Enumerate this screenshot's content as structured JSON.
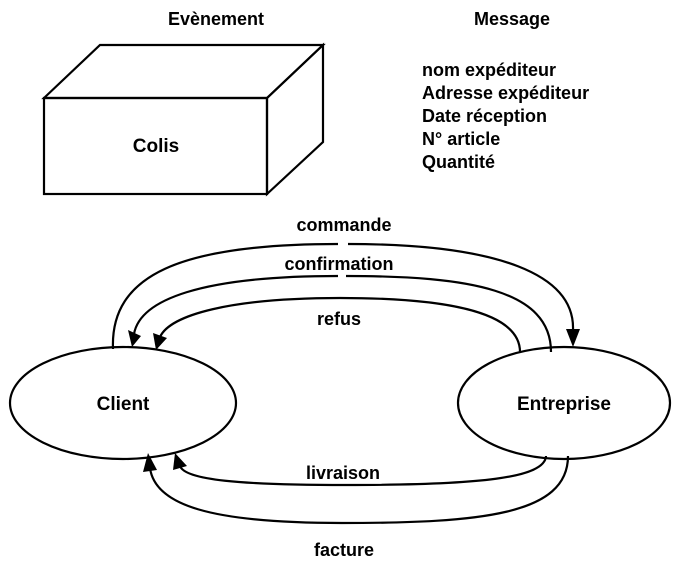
{
  "headers": {
    "event": "Evènement",
    "message": "Message"
  },
  "event_box": {
    "label": "Colis"
  },
  "message_fields": [
    "nom expéditeur",
    "Adresse expéditeur",
    "Date réception",
    "N° article",
    "Quantité"
  ],
  "nodes": {
    "client": "Client",
    "entreprise": "Entreprise"
  },
  "flows": {
    "commande": "commande",
    "confirmation": "confirmation",
    "refus": "refus",
    "livraison": "livraison",
    "facture": "facture"
  }
}
